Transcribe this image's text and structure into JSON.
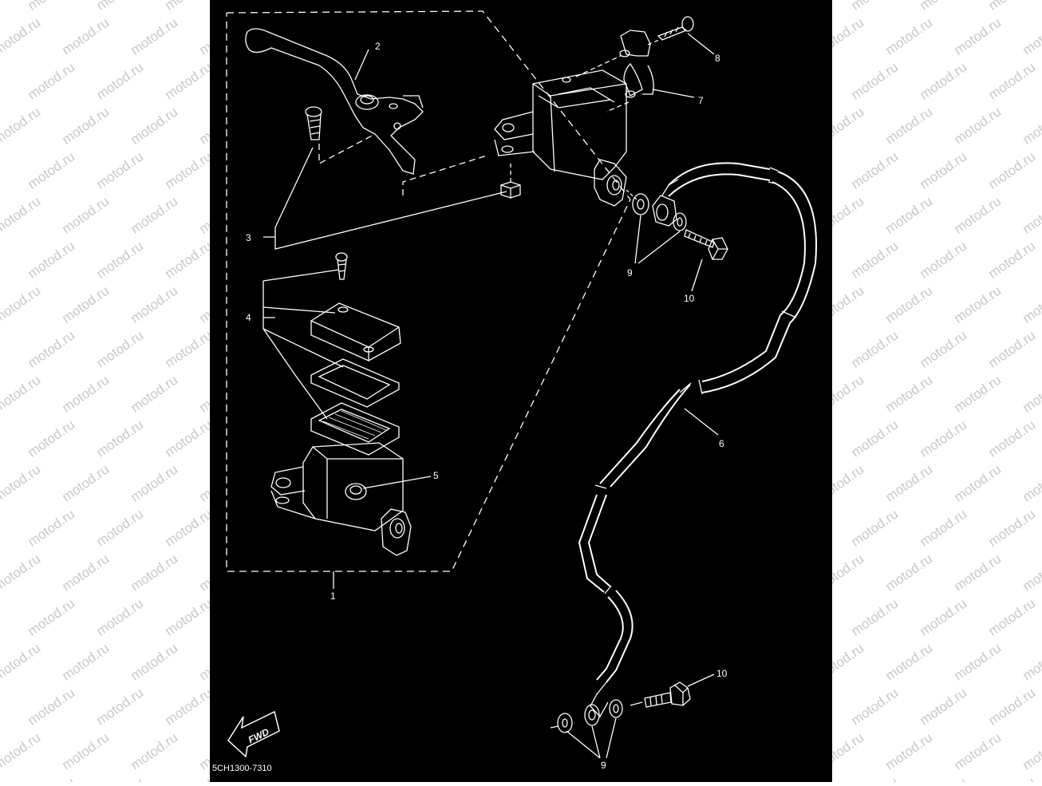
{
  "watermark": {
    "text": "motod.ru"
  },
  "diagram": {
    "part_code": "5CH1300-7310",
    "fwd_label": "FWD",
    "callouts": [
      {
        "id": "c1",
        "text": "1"
      },
      {
        "id": "c2",
        "text": "2"
      },
      {
        "id": "c3",
        "text": "3"
      },
      {
        "id": "c4",
        "text": "4"
      },
      {
        "id": "c5",
        "text": "5"
      },
      {
        "id": "c6",
        "text": "6"
      },
      {
        "id": "c7",
        "text": "7"
      },
      {
        "id": "c8",
        "text": "8"
      },
      {
        "id": "c9a",
        "text": "9"
      },
      {
        "id": "c10a",
        "text": "10"
      },
      {
        "id": "c10b",
        "text": "10"
      },
      {
        "id": "c9b",
        "text": "9"
      }
    ]
  },
  "colors": {
    "background": "#000000",
    "line": "#ffffff",
    "margin": "#ffffff",
    "watermark": "#c8c8c8"
  }
}
